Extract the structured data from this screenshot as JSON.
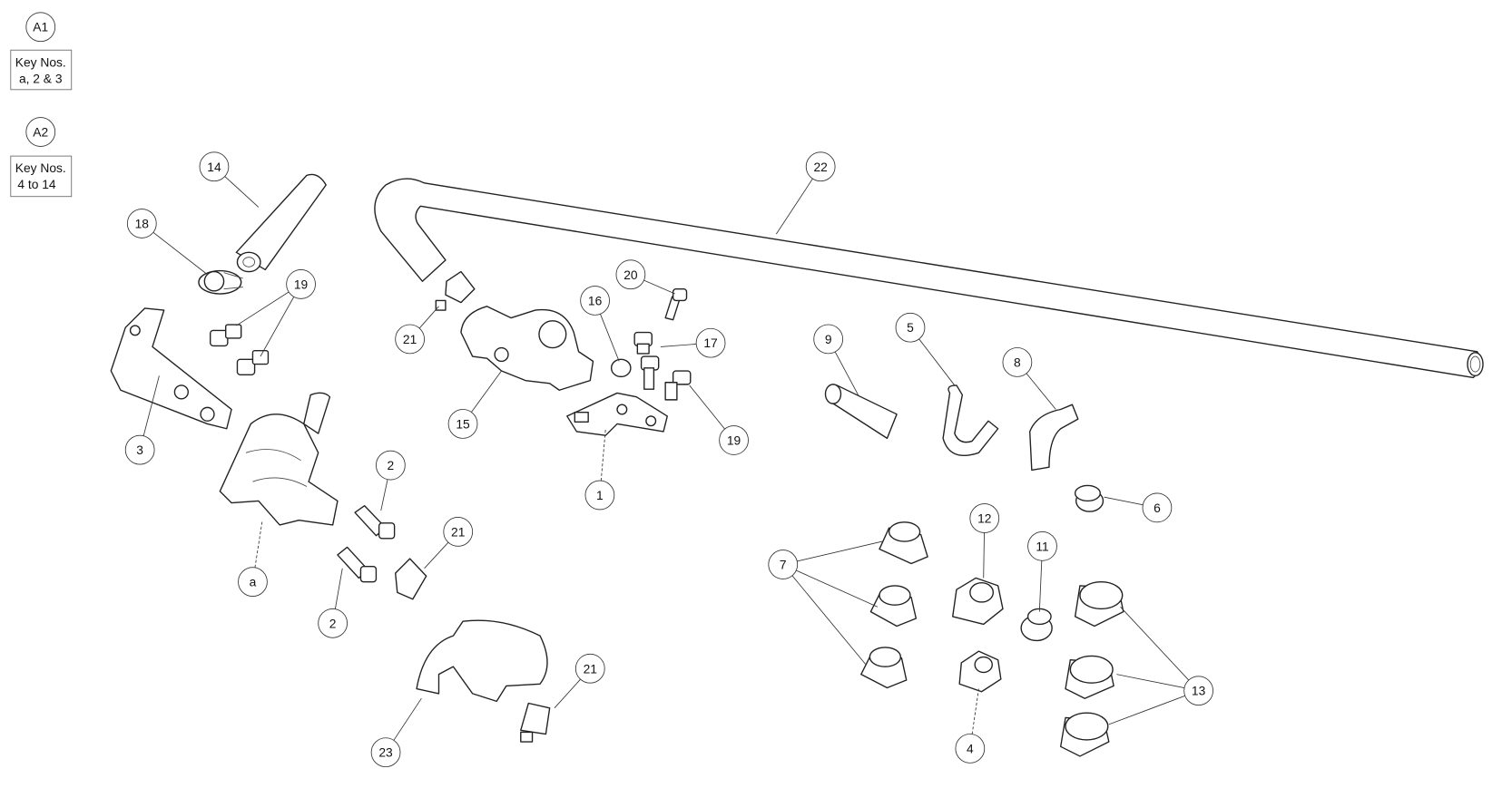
{
  "legend": [
    {
      "badge": "A1",
      "line1": "Key Nos.",
      "line2": "a, 2 & 3"
    },
    {
      "badge": "A2",
      "line1": "Key Nos.",
      "line2": "4 to 14"
    }
  ],
  "callouts": [
    "14",
    "18",
    "19",
    "3",
    "21",
    "20",
    "16",
    "17",
    "15",
    "19",
    "1",
    "22",
    "9",
    "5",
    "8",
    "6",
    "2",
    "21",
    "a",
    "2",
    "7",
    "12",
    "11",
    "13",
    "4",
    "23",
    "21"
  ]
}
